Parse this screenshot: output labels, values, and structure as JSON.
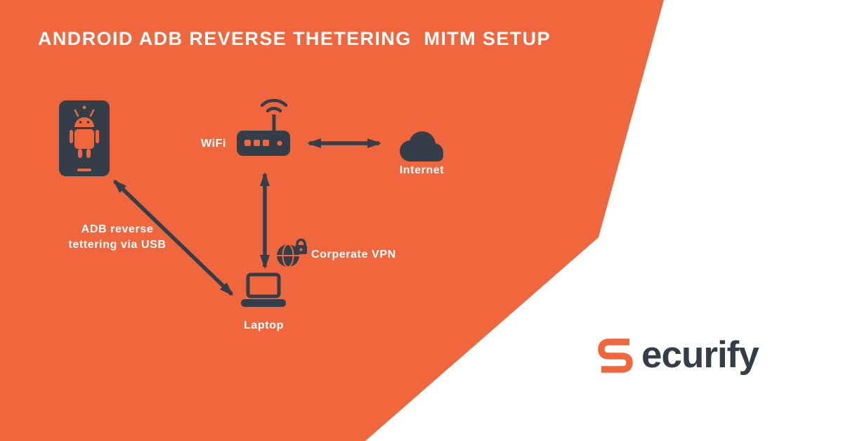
{
  "title": "ANDROID ADB REVERSE THETERING  MITM SETUP",
  "diagram": {
    "wifi_label": "WiFi",
    "internet_label": "Internet",
    "laptop_label": "Laptop",
    "vpn_label": "Corperate VPN",
    "adb_label_line1": "ADB reverse",
    "adb_label_line2": "tettering via USB",
    "icons": [
      "android-phone-icon",
      "wifi-router-icon",
      "internet-cloud-icon",
      "laptop-icon",
      "vpn-globe-lock-icon"
    ]
  },
  "logo": {
    "mark": "securify-s-icon",
    "wordmark": "ecurify"
  },
  "colors": {
    "background_orange": "#f0673e",
    "icon_dark": "#333e48",
    "text_white": "#ffffff"
  }
}
